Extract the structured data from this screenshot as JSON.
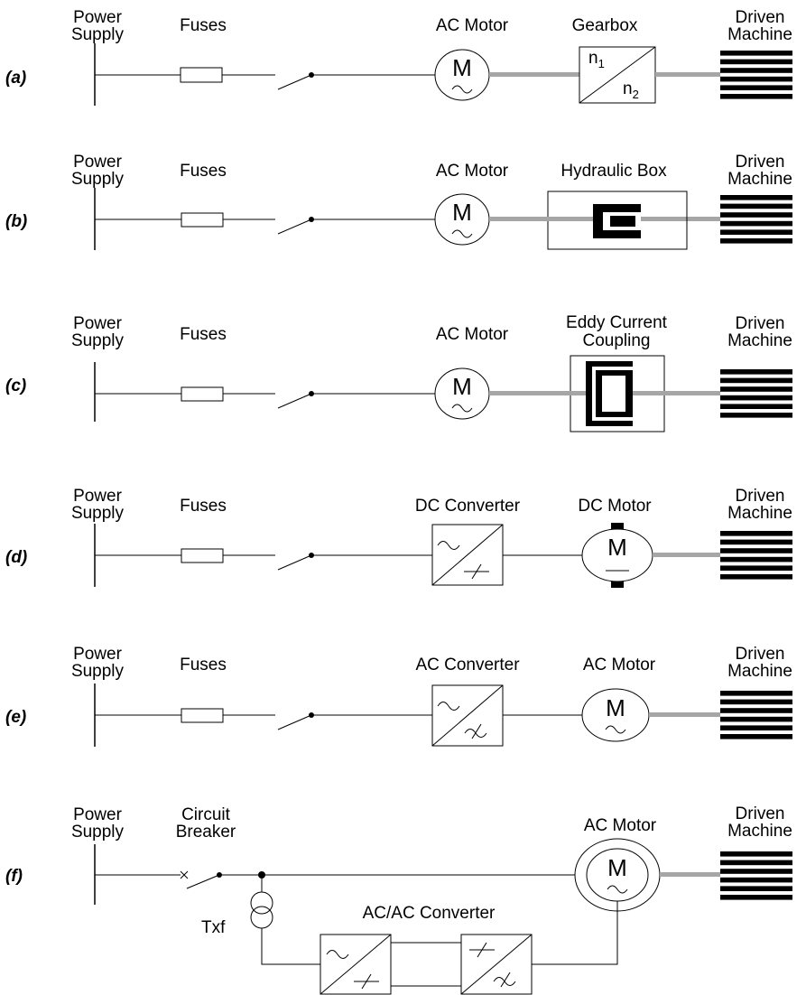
{
  "rows": {
    "a": {
      "id": "(a)",
      "power_supply": [
        "Power",
        "Supply"
      ],
      "protection": [
        "Fuses"
      ],
      "stage1": [
        "AC Motor"
      ],
      "stage2": [
        "Gearbox"
      ],
      "driven": [
        "Driven",
        "Machine"
      ],
      "motor_symbol": "M",
      "gear_in": "n",
      "gear_in_sub": "1",
      "gear_out": "n",
      "gear_out_sub": "2"
    },
    "b": {
      "id": "(b)",
      "power_supply": [
        "Power",
        "Supply"
      ],
      "protection": [
        "Fuses"
      ],
      "stage1": [
        "AC Motor"
      ],
      "stage2": [
        "Hydraulic Box"
      ],
      "driven": [
        "Driven",
        "Machine"
      ],
      "motor_symbol": "M"
    },
    "c": {
      "id": "(c)",
      "power_supply": [
        "Power",
        "Supply"
      ],
      "protection": [
        "Fuses"
      ],
      "stage1": [
        "AC Motor"
      ],
      "stage2": [
        "Eddy Current",
        "Coupling"
      ],
      "driven": [
        "Driven",
        "Machine"
      ],
      "motor_symbol": "M"
    },
    "d": {
      "id": "(d)",
      "power_supply": [
        "Power",
        "Supply"
      ],
      "protection": [
        "Fuses"
      ],
      "stage1": [
        "DC Converter"
      ],
      "stage2": [
        "DC Motor"
      ],
      "driven": [
        "Driven",
        "Machine"
      ],
      "motor_symbol": "M"
    },
    "e": {
      "id": "(e)",
      "power_supply": [
        "Power",
        "Supply"
      ],
      "protection": [
        "Fuses"
      ],
      "stage1": [
        "AC Converter"
      ],
      "stage2": [
        "AC Motor"
      ],
      "driven": [
        "Driven",
        "Machine"
      ],
      "motor_symbol": "M"
    },
    "f": {
      "id": "(f)",
      "power_supply": [
        "Power",
        "Supply"
      ],
      "protection": [
        "Circuit",
        "Breaker"
      ],
      "stage2": [
        "AC Motor"
      ],
      "driven": [
        "Driven",
        "Machine"
      ],
      "motor_symbol": "M",
      "transformer": "Txf",
      "converter": "AC/AC Converter"
    }
  },
  "colors": {
    "line": "#000000",
    "shaft": "#a6a6a6",
    "background": "#ffffff"
  }
}
